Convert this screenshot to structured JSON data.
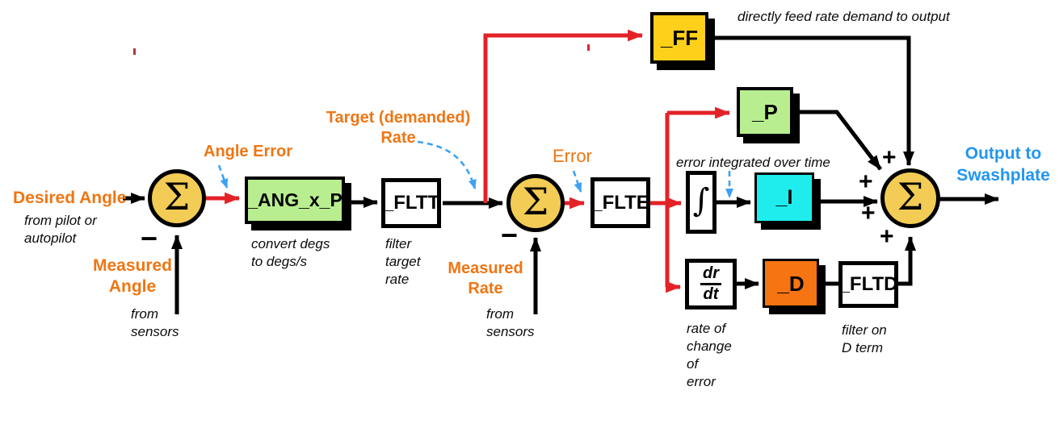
{
  "colors": {
    "signal_red": "#E32227",
    "label_orange": "#EF7613",
    "output_blue": "#2196F0",
    "annotation_blue": "#3BA2F5",
    "sum_yellow": "#F3CC55",
    "ff_gold": "#FFD01A",
    "gain_green": "#B8EE90",
    "i_cyan": "#1FEDED",
    "d_orange": "#F67411"
  },
  "signals": {
    "desired_angle": {
      "label": "Desired Angle",
      "source": "from pilot or\nautopilot"
    },
    "measured_angle": {
      "label": "Measured\nAngle",
      "source": "from\nsensors"
    },
    "angle_error": "Angle Error",
    "target_rate": "Target (demanded)\nRate",
    "measured_rate": {
      "label": "Measured\nRate",
      "source": "from\nsensors"
    },
    "rate_error": "Error",
    "output": "Output to\nSwashplate"
  },
  "blocks": {
    "ang_p": {
      "label": "_ANG_x_P",
      "note": "convert degs\nto degs/s"
    },
    "fltt": {
      "label": "_FLTT",
      "note": "filter\ntarget\nrate"
    },
    "ff": {
      "label": "_FF",
      "note": "directly feed rate demand to output"
    },
    "flte": {
      "label": "_FLTE"
    },
    "p": {
      "label": "_P"
    },
    "integrator": {
      "symbol": "∫",
      "note": "error integrated over time"
    },
    "i": {
      "label": "_I"
    },
    "ddt": {
      "numerator": "dr",
      "denominator": "dt",
      "note": "rate of\nchange\nof\nerror"
    },
    "d": {
      "label": "_D"
    },
    "fltd": {
      "label": "_FLTD",
      "note": "filter on\nD term"
    }
  },
  "operators": {
    "sum": "Σ",
    "minus": "−",
    "plus": "+"
  }
}
